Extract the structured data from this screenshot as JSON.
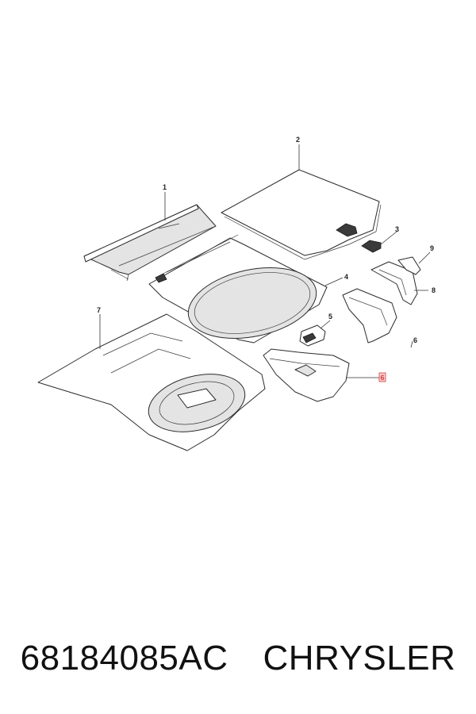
{
  "callouts": {
    "c1": "1",
    "c2": "2",
    "c3": "3",
    "c4": "4",
    "c5": "5",
    "c6": "6",
    "c7": "7",
    "c8": "8",
    "c9": "9",
    "c6b": "6"
  },
  "caption": {
    "part_number": "68184085AC",
    "brand": "CHRYSLER"
  },
  "colors": {
    "highlight": "#d83a3a",
    "line": "#2b2b2b"
  }
}
